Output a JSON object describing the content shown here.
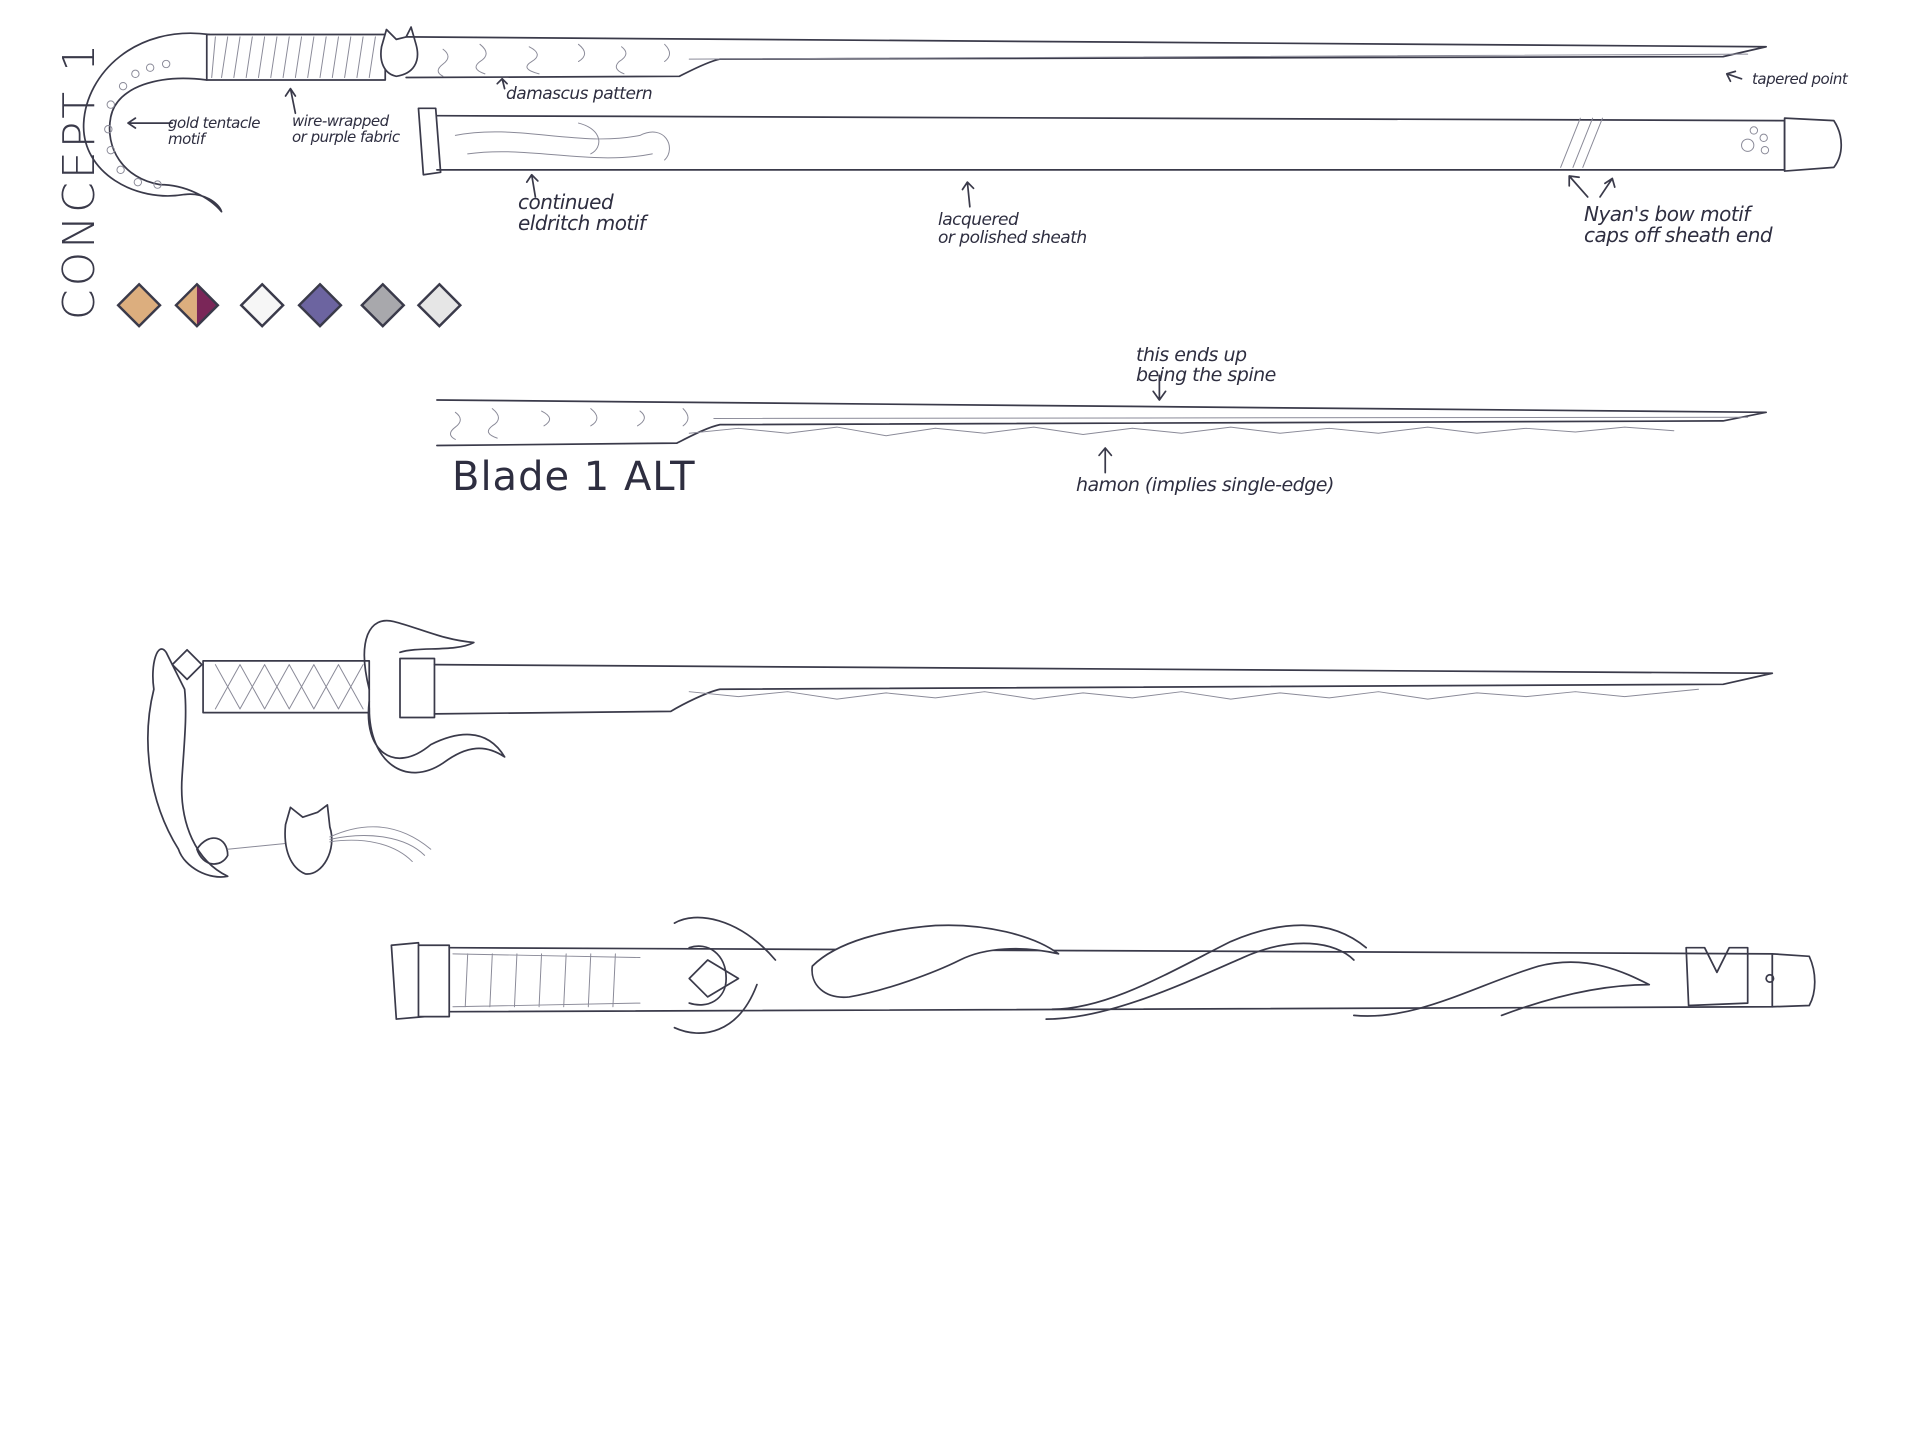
{
  "title": "CONCEPT 1",
  "annotations": {
    "damascus": "damascus pattern",
    "tapered_point": "tapered point",
    "gold_tentacle": "gold tentacle\nmotif",
    "wire_wrapped": "wire-wrapped\nor purple fabric",
    "eldritch": "continued\neldritch motif",
    "sheath": "lacquered\nor polished sheath",
    "bow_motif": "Nyan's bow motif\ncaps off sheath end",
    "spine": "this ends up\nbeing the spine",
    "blade_alt": "Blade 1 ALT",
    "hamon": "hamon (implies single-edge)"
  },
  "palette": [
    "#dcae7e",
    [
      "#dcae7e",
      "#7a2658"
    ],
    "#f6f6f6",
    "#6c64a0",
    "#a8a8ac",
    "#e6e6e6"
  ],
  "colors": {
    "ink": "#3a3a4a",
    "background": "#ffffff"
  }
}
